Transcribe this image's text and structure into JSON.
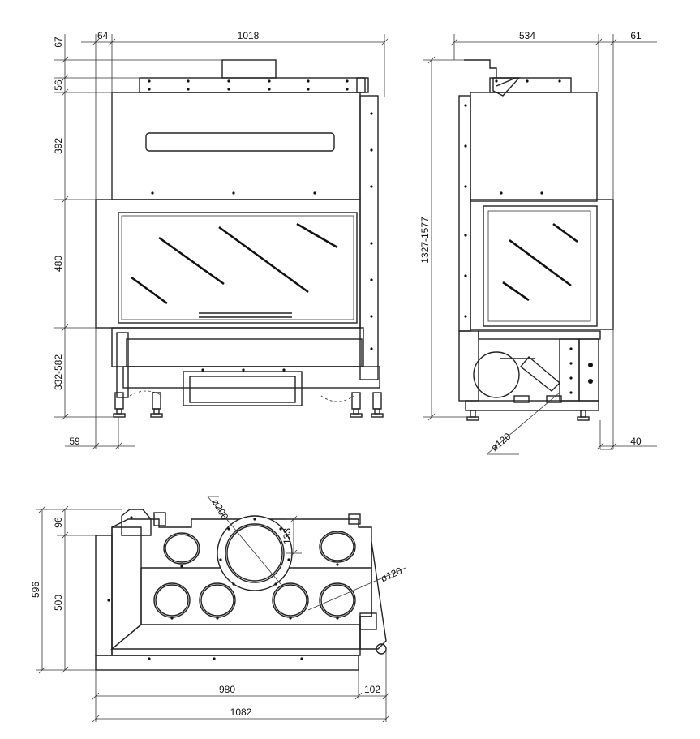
{
  "front_view": {
    "dims": {
      "top_gap": "67",
      "left_gap": "64",
      "width": "1018",
      "frame_height": "56",
      "upper_height": "392",
      "glass_height": "480",
      "leg_height": "332-582",
      "foot_offset": "59"
    }
  },
  "side_view": {
    "dims": {
      "depth": "534",
      "back_gap": "61",
      "total_height": "1327-1577",
      "bottom_gap": "40",
      "air_inlet": "ø120"
    }
  },
  "top_view": {
    "dims": {
      "flue_diameter": "ø200",
      "flue_offset": "133",
      "air_inlet": "ø120",
      "total_depth": "596",
      "back_gap": "96",
      "depth": "500",
      "width": "980",
      "side_gap": "102",
      "total_width": "1082"
    }
  }
}
